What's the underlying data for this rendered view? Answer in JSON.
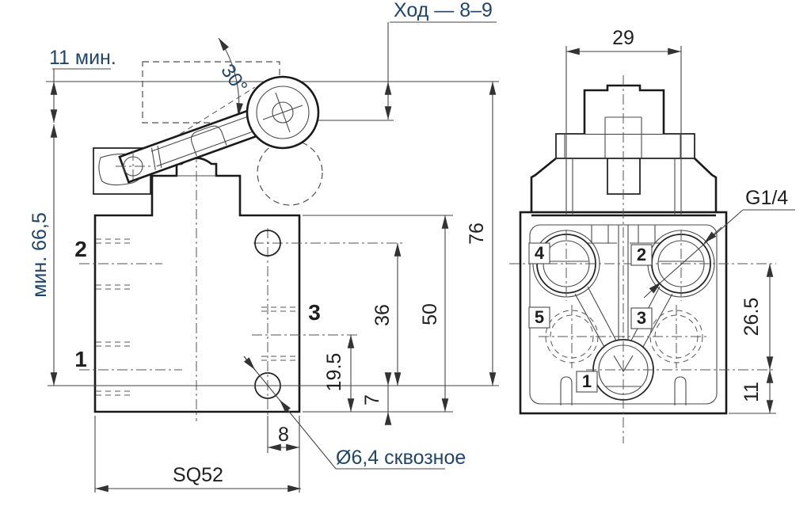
{
  "side_view": {
    "port_labels": {
      "p2": "2",
      "p1": "1",
      "p3": "3"
    },
    "dims": {
      "stroke_label": "Ход — 8–9",
      "min_11": "11 мин.",
      "angle_30": "30°",
      "min_height": "мин. 66,5",
      "h76": "76",
      "h50": "50",
      "h36": "36",
      "h19_5": "19.5",
      "h7": "7",
      "w8": "8",
      "square": "SQ52",
      "hole_note": "Ø6,4 сквозное"
    }
  },
  "bottom_view": {
    "port_labels": {
      "p4": "4",
      "p2": "2",
      "p5": "5",
      "p3": "3",
      "p1": "1"
    },
    "dims": {
      "w29": "29",
      "h26_5": "26.5",
      "h11": "11",
      "thread": "G1/4"
    }
  },
  "colors": {
    "outline": "#1a1a1a",
    "annotation_text": "#21456b",
    "dim_text": "#1f1f1f"
  }
}
